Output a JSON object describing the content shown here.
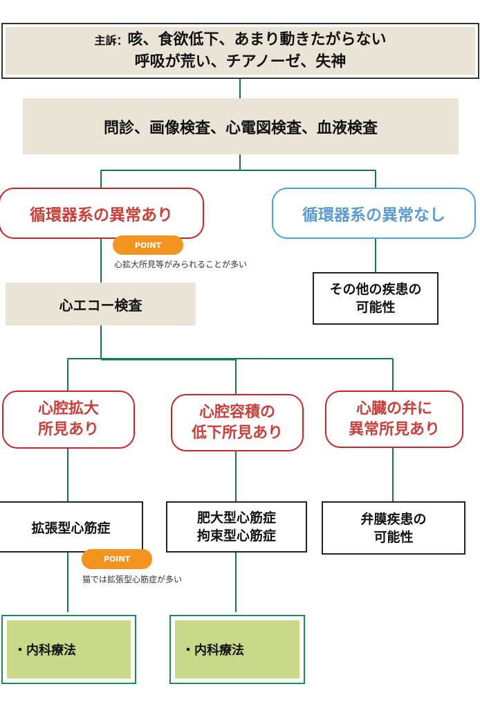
{
  "colors": {
    "connector": "#107a48",
    "abnormal_red": "#c9242b",
    "normal_blue": "#4aa3dc",
    "point_orange": "#f39320",
    "beige": "#e9e4d6",
    "treatment_green": "#c9d98a"
  },
  "chief_complaint": {
    "label": "主訴：",
    "line1": "咳、食欲低下、あまり動きたがらない",
    "line2": "呼吸が荒い、チアノーゼ、失神"
  },
  "exams": {
    "text": "問診、画像検査、心電図検査、血液検査"
  },
  "branch_abnormal": {
    "text": "循環器系の異常あり",
    "point_label": "POINT",
    "point_note": "心拡大所見等がみられることが多い"
  },
  "branch_normal": {
    "text": "循環器系の異常なし",
    "result_line1": "その他の疾患の",
    "result_line2": "可能性"
  },
  "echo": {
    "text": "心エコー検査"
  },
  "findings": [
    {
      "line1": "心腔拡大",
      "line2": "所見あり",
      "diagnosis_line1": "拡張型心筋症",
      "diagnosis_line2": "",
      "point_label": "POINT",
      "point_note": "猫では拡張型心筋症が多い",
      "treatment": "・内科療法"
    },
    {
      "line1": "心腔容積の",
      "line2": "低下所見あり",
      "diagnosis_line1": "肥大型心筋症",
      "diagnosis_line2": "拘束型心筋症",
      "treatment": "・内科療法"
    },
    {
      "line1": "心臓の弁に",
      "line2": "異常所見あり",
      "diagnosis_line1": "弁膜疾患の",
      "diagnosis_line2": "可能性"
    }
  ]
}
